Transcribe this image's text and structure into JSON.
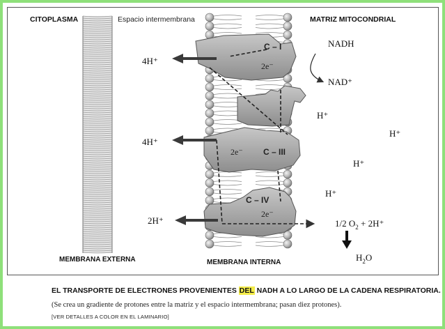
{
  "labels": {
    "cytoplasm": "CITOPLASMA",
    "intermembrane_space": "Espacio intermembrana",
    "mitochondrial_matrix": "MATRIZ MITOCONDRIAL",
    "outer_membrane": "MEMBRANA EXTERNA",
    "inner_membrane": "MEMBRANA INTERNA"
  },
  "complexes": {
    "c1": {
      "name": "C – I",
      "electrons": "2e⁻"
    },
    "c3": {
      "name": "C – III",
      "electrons": "2e⁻"
    },
    "c4": {
      "name": "C – IV",
      "electrons": "2e⁻"
    }
  },
  "protons_pumped": {
    "c1": "4H⁺",
    "c3": "4H⁺",
    "c4": "2H⁺"
  },
  "matrix": {
    "nadh": "NADH",
    "nad": "NAD⁺",
    "h_plus": "H⁺",
    "oxygen_prefix": "1/2 O",
    "oxygen_sub": "2",
    "oxygen_suffix": " + 2H⁺",
    "water_h": "H",
    "water_sub": "2",
    "water_o": "O"
  },
  "caption": {
    "title_before": "EL TRANSPORTE DE ELECTRONES PROVENIENTES ",
    "title_highlight": "DEL",
    "title_after": " NADH A LO LARGO DE LA CADENA RESPIRATORIA.",
    "body": "(Se crea un gradiente de protones entre la matriz y el espacio intermembrana; pasan diez protones).",
    "note": "[VER DETALLES A COLOR EN EL LAMINARIO]"
  },
  "colors": {
    "frame": "#8ee07a",
    "highlight": "#f3ec4a",
    "protein": "#9c9c9c",
    "membrane": "#bdbdbd"
  }
}
